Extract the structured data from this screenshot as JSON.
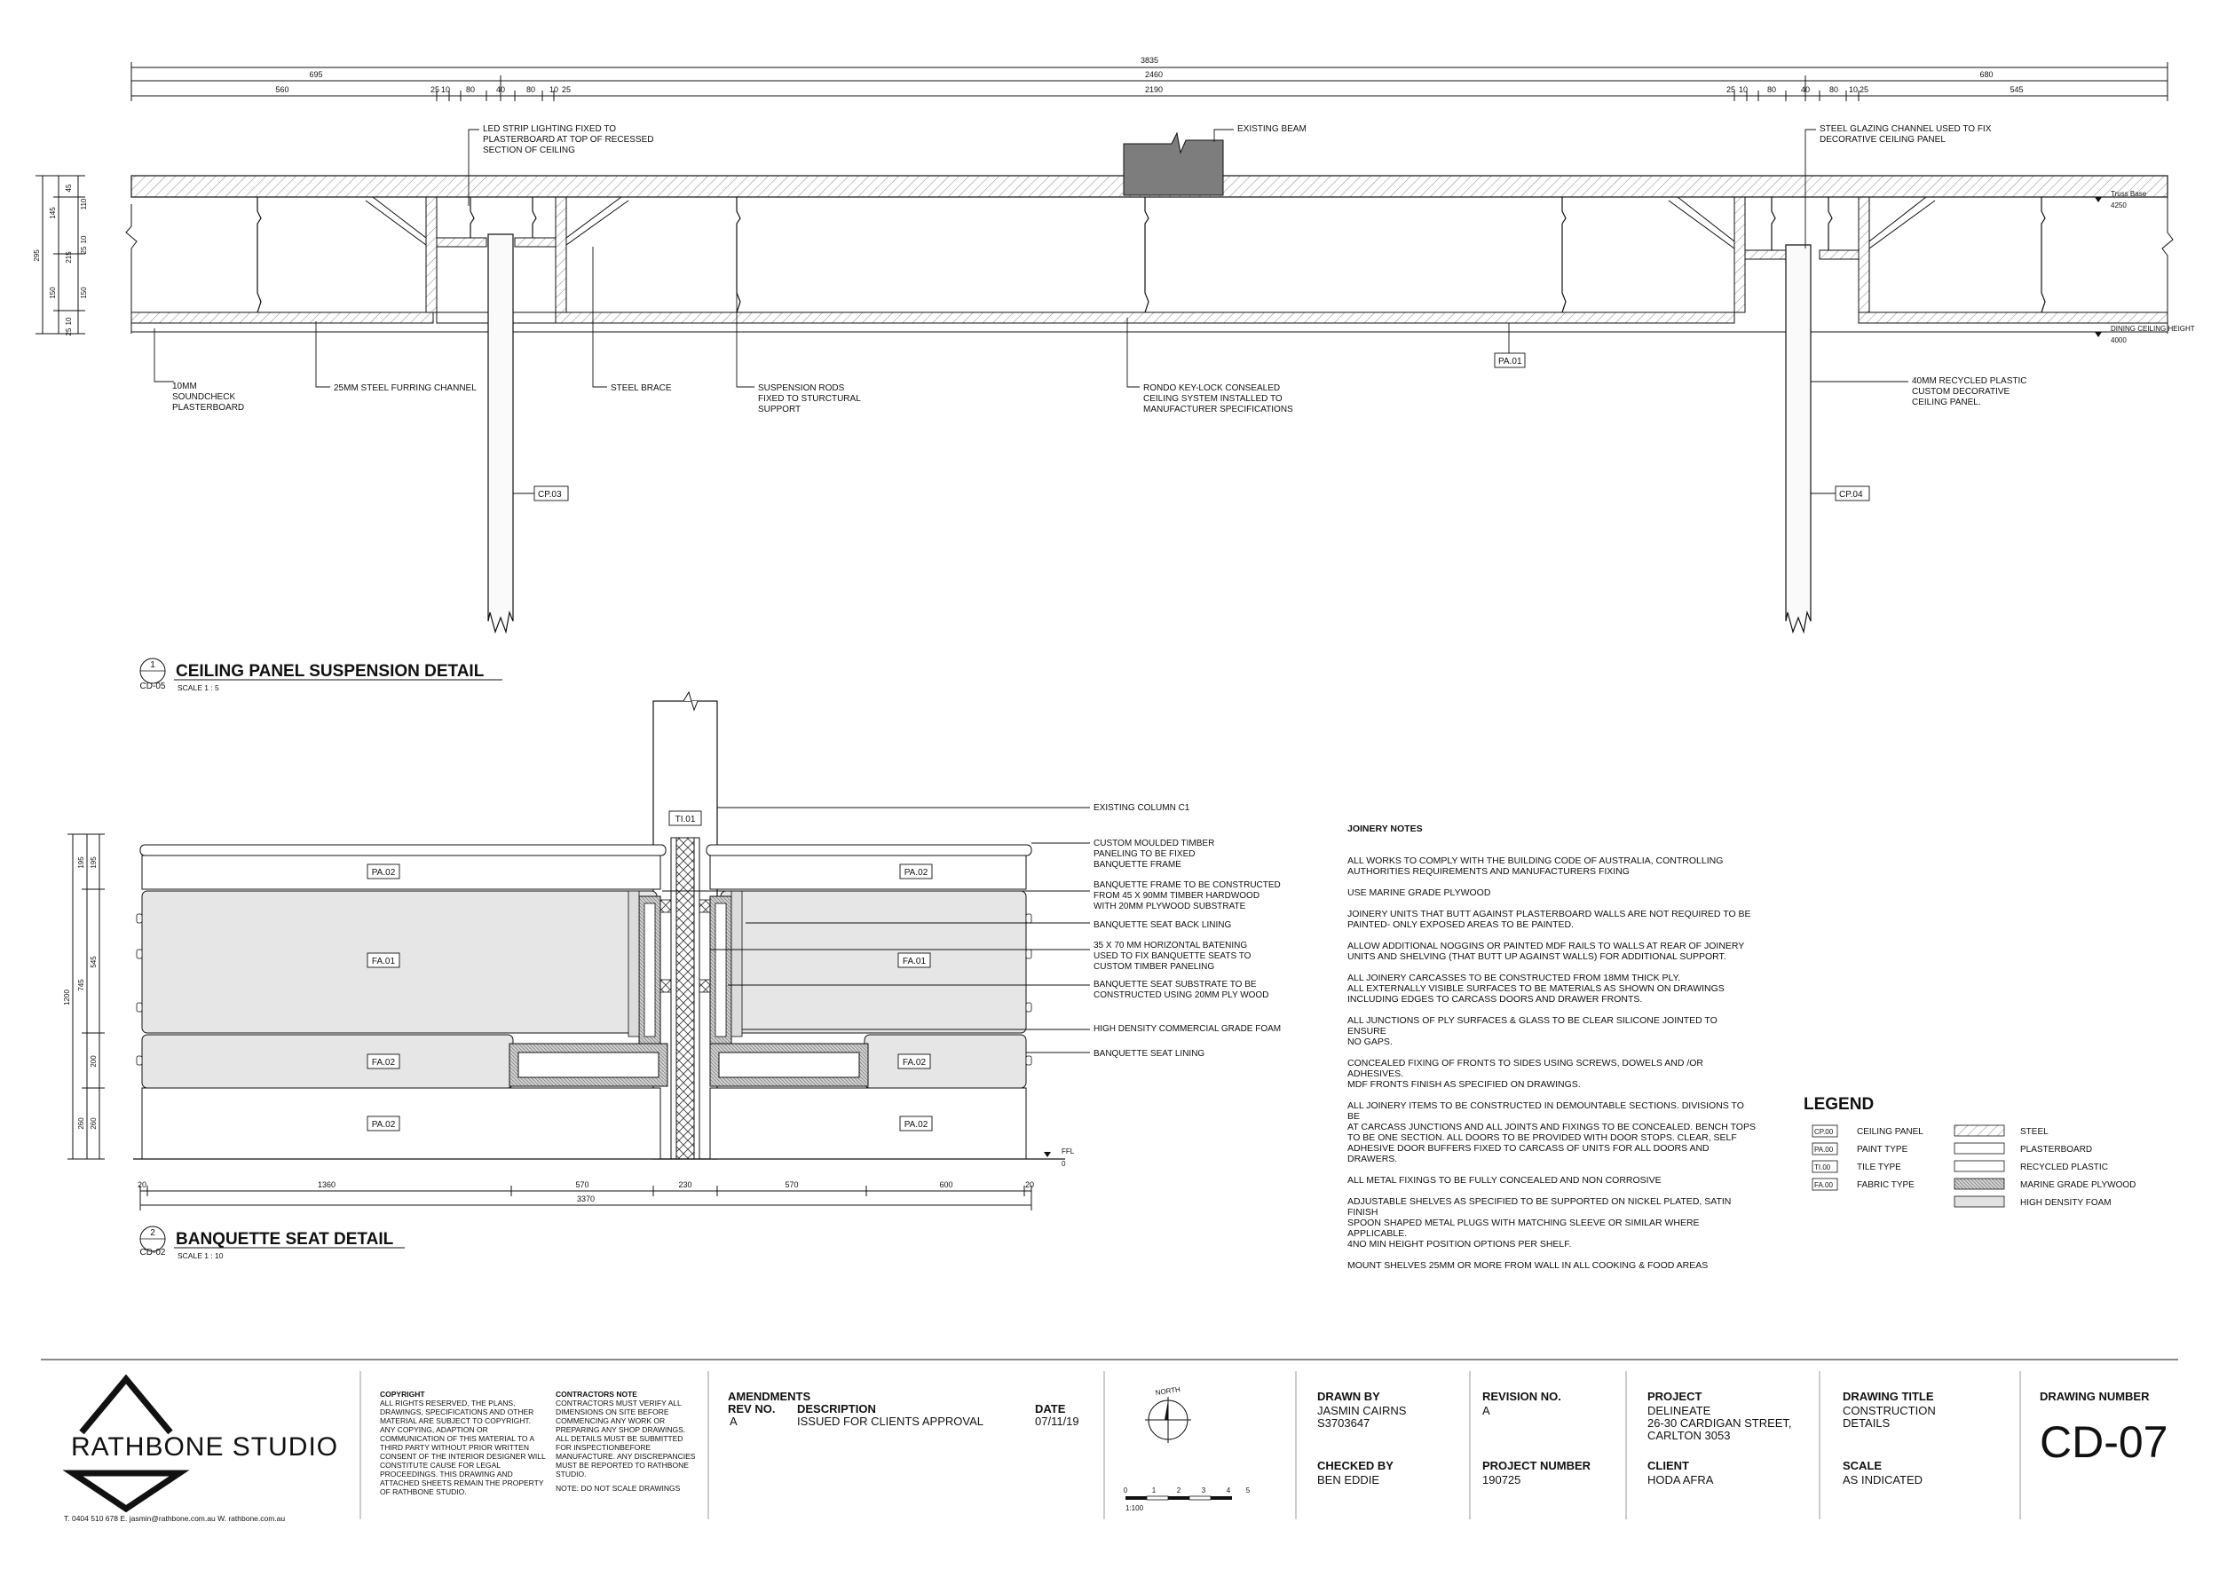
{
  "detail1": {
    "number": "1",
    "ref": "CD-05",
    "title": "CEILING PANEL SUSPENSION DETAIL",
    "scale": "SCALE  1 : 5",
    "dims_top": [
      "3835"
    ],
    "dims_mid": [
      "695",
      "2460",
      "680"
    ],
    "dims_low": [
      "560",
      "25",
      "10",
      "80",
      "40",
      "80",
      "10",
      "25",
      "2190",
      "25",
      "10",
      "80",
      "40",
      "80",
      "10",
      "25",
      "545"
    ],
    "dims_left": [
      "45",
      "110",
      "145",
      "10",
      "25",
      "215",
      "295",
      "150",
      "150",
      "10",
      "25"
    ],
    "callouts": {
      "led": [
        "LED STRIP LIGHTING FIXED TO",
        "PLASTERBOARD AT TOP OF RECESSED",
        "SECTION OF CEILING"
      ],
      "beam": [
        "EXISTING BEAM"
      ],
      "glazing": [
        "STEEL GLAZING CHANNEL USED TO FIX",
        "DECORATIVE CEILING PANEL"
      ],
      "plasterboard": [
        "10MM",
        "SOUNDCHECK",
        "PLASTERBOARD"
      ],
      "furring": [
        "25MM STEEL FURRING CHANNEL"
      ],
      "brace": [
        "STEEL BRACE"
      ],
      "rods": [
        "SUSPENSION RODS",
        "FIXED TO STURCTURAL",
        "SUPPORT"
      ],
      "rondo": [
        "RONDO KEY-LOCK CONSEALED",
        "CEILING SYSTEM INSTALLED TO",
        "MANUFACTURER SPECIFICATIONS"
      ],
      "recycled": [
        "40MM RECYCLED PLASTIC",
        "CUSTOM DECORATIVE",
        "CEILING PANEL."
      ]
    },
    "tags": {
      "pa": "PA.01",
      "cp_left": "CP.03",
      "cp_right": "CP.04"
    },
    "levels": {
      "truss": "Truss Base",
      "truss_val": "4250",
      "ceiling": "DINING CEILING HEIGHT",
      "ceiling_val": "4000"
    }
  },
  "detail2": {
    "number": "2",
    "ref": "CD-02",
    "title": "BANQUETTE SEAT DETAIL",
    "scale": "SCALE  1 : 10",
    "dims_bottom": [
      "20",
      "1360",
      "570",
      "230",
      "570",
      "600",
      "20"
    ],
    "dims_total": "3370",
    "dims_left": [
      "195",
      "195",
      "545",
      "745",
      "1200",
      "200",
      "260",
      "260"
    ],
    "ffl": "FFL",
    "ffl_val": "0",
    "tags": {
      "ti": "TI.01",
      "pa": "PA.02",
      "fa1": "FA.01",
      "fa2": "FA.02"
    },
    "callouts": {
      "column": [
        "EXISTING COLUMN C1"
      ],
      "moulded": [
        "CUSTOM MOULDED TIMBER",
        "PANELING TO BE FIXED",
        "BANQUETTE FRAME"
      ],
      "frame": [
        "BANQUETTE FRAME TO BE CONSTRUCTED",
        "FROM 45 X 90MM TIMBER HARDWOOD",
        "WITH 20MM PLYWOOD SUBSTRATE"
      ],
      "back": [
        "BANQUETTE SEAT BACK LINING"
      ],
      "batening": [
        "35 X 70 MM HORIZONTAL BATENING",
        "USED TO FIX BANQUETTE SEATS TO",
        "CUSTOM TIMBER PANELING"
      ],
      "substrate": [
        "BANQUETTE SEAT SUBSTRATE TO BE",
        "CONSTRUCTED USING 20MM PLY WOOD"
      ],
      "foam": [
        "HIGH DENSITY COMMERCIAL GRADE FOAM"
      ],
      "lining": [
        "BANQUETTE SEAT LINING"
      ]
    }
  },
  "notes": {
    "heading": "JOINERY NOTES",
    "items": [
      "ALL WORKS TO COMPLY WITH THE BUILDING CODE OF AUSTRALIA, CONTROLLING\nAUTHORITIES REQUIREMENTS AND MANUFACTURERS FIXING",
      "USE MARINE GRADE PLYWOOD",
      "JOINERY UNITS THAT BUTT AGAINST PLASTERBOARD WALLS ARE NOT REQUIRED TO BE\nPAINTED- ONLY EXPOSED AREAS TO BE PAINTED.",
      "ALLOW ADDITIONAL NOGGINS OR PAINTED MDF RAILS TO WALLS AT REAR OF JOINERY\nUNITS AND SHELVING (THAT BUTT UP AGAINST WALLS) FOR ADDITIONAL SUPPORT.",
      "ALL JOINERY CARCASSES TO BE CONSTRUCTED FROM 18MM THICK PLY.\nALL EXTERNALLY VISIBLE SURFACES TO BE MATERIALS AS SHOWN ON DRAWINGS\nINCLUDING EDGES TO CARCASS DOORS AND DRAWER FRONTS.",
      "ALL JUNCTIONS OF PLY SURFACES & GLASS TO BE CLEAR SILICONE JOINTED TO ENSURE\nNO GAPS.",
      "CONCEALED FIXING OF FRONTS TO SIDES USING SCREWS, DOWELS AND /OR ADHESIVES.\nMDF FRONTS FINISH AS SPECIFIED ON DRAWINGS.",
      "ALL JOINERY ITEMS TO BE CONSTRUCTED IN DEMOUNTABLE SECTIONS. DIVISIONS TO BE\nAT CARCASS JUNCTIONS AND ALL JOINTS AND FIXINGS TO BE CONCEALED. BENCH TOPS\nTO BE ONE SECTION. ALL DOORS TO BE PROVIDED WITH DOOR STOPS. CLEAR, SELF\nADHESIVE DOOR BUFFERS FIXED TO CARCASS OF UNITS FOR ALL DOORS AND DRAWERS.",
      "ALL METAL FIXINGS TO BE FULLY CONCEALED AND NON CORROSIVE",
      "ADJUSTABLE SHELVES AS SPECIFIED TO BE SUPPORTED ON NICKEL PLATED, SATIN FINISH\nSPOON SHAPED METAL PLUGS WITH MATCHING SLEEVE OR SIMILAR WHERE APPLICABLE.\n4NO MIN HEIGHT POSITION OPTIONS PER SHELF.",
      "MOUNT SHELVES 25MM OR MORE FROM WALL IN ALL COOKING & FOOD AREAS"
    ]
  },
  "legend": {
    "title": "LEGEND",
    "tags": [
      {
        "code": "CP.00",
        "label": "CEILING PANEL"
      },
      {
        "code": "PA.00",
        "label": "PAINT TYPE"
      },
      {
        "code": "TI.00",
        "label": "TILE TYPE"
      },
      {
        "code": "FA.00",
        "label": "FABRIC TYPE"
      }
    ],
    "materials": [
      "STEEL",
      "PLASTERBOARD",
      "RECYCLED PLASTIC",
      "MARINE GRADE PLYWOOD",
      "HIGH DENSITY FOAM"
    ]
  },
  "title_block": {
    "studio": "RATHBONE STUDIO",
    "contact": "T. 0404 510 678 E. jasmin@rathbone.com.au W. rathbone.com.au",
    "copyright_head": "COPYRIGHT",
    "copyright_body": "ALL RIGHTS RESERVED, THE PLANS, DRAWINGS, SPECIFICATIONS AND OTHER MATERIAL ARE SUBJECT TO COPYRIGHT. ANY COPYING, ADAPTION OR COMMUNICATION OF THIS MATERIAL TO A THIRD PARTY WITHOUT PRIOR WRITTEN CONSENT OF THE INTERIOR DESIGNER WILL CONSTITUTE CAUSE FOR LEGAL PROCEEDINGS. THIS DRAWING AND ATTACHED SHEETS REMAIN THE PROPERTY OF RATHBONE STUDIO.",
    "contractors_head": "CONTRACTORS NOTE",
    "contractors_body": "CONTRACTORS MUST VERIFY ALL DIMENSIONS ON SITE BEFORE COMMENCING ANY WORK OR PREPARING ANY SHOP DRAWINGS. ALL DETAILS MUST BE SUBMITTED FOR INSPECTIONBEFORE MANUFACTURE. ANY DISCREPANCIES MUST BE REPORTED TO RATHBONE STUDIO.",
    "contractors_note": "NOTE: DO NOT SCALE DRAWINGS",
    "amendments": "AMENDMENTS",
    "rev_no_label": "REV NO.",
    "description_label": "DESCRIPTION",
    "date_label": "DATE",
    "rev_no": "A",
    "description": "ISSUED FOR CLIENTS APPROVAL",
    "date": "07/11/19",
    "north": "NORTH",
    "scale_ticks": [
      "0",
      "1",
      "2",
      "3",
      "4",
      "5"
    ],
    "scale_ratio": "1:100",
    "drawn_by_label": "DRAWN BY",
    "drawn_by": "JASMIN CAIRNS",
    "drawn_by_id": "S3703647",
    "checked_by_label": "CHECKED BY",
    "checked_by": "BEN EDDIE",
    "revision_label": "REVISION NO.",
    "revision": "A",
    "project_number_label": "PROJECT NUMBER",
    "project_number": "190725",
    "project_label": "PROJECT",
    "project_name": "DELINEATE",
    "project_address1": "26-30 CARDIGAN STREET,",
    "project_address2": "CARLTON 3053",
    "client_label": "CLIENT",
    "client": "HODA AFRA",
    "drawing_title_label": "DRAWING TITLE",
    "drawing_title1": "CONSTRUCTION",
    "drawing_title2": "DETAILS",
    "scale_label": "SCALE",
    "scale": "AS INDICATED",
    "drawing_number_label": "DRAWING NUMBER",
    "drawing_number": "CD-07"
  }
}
